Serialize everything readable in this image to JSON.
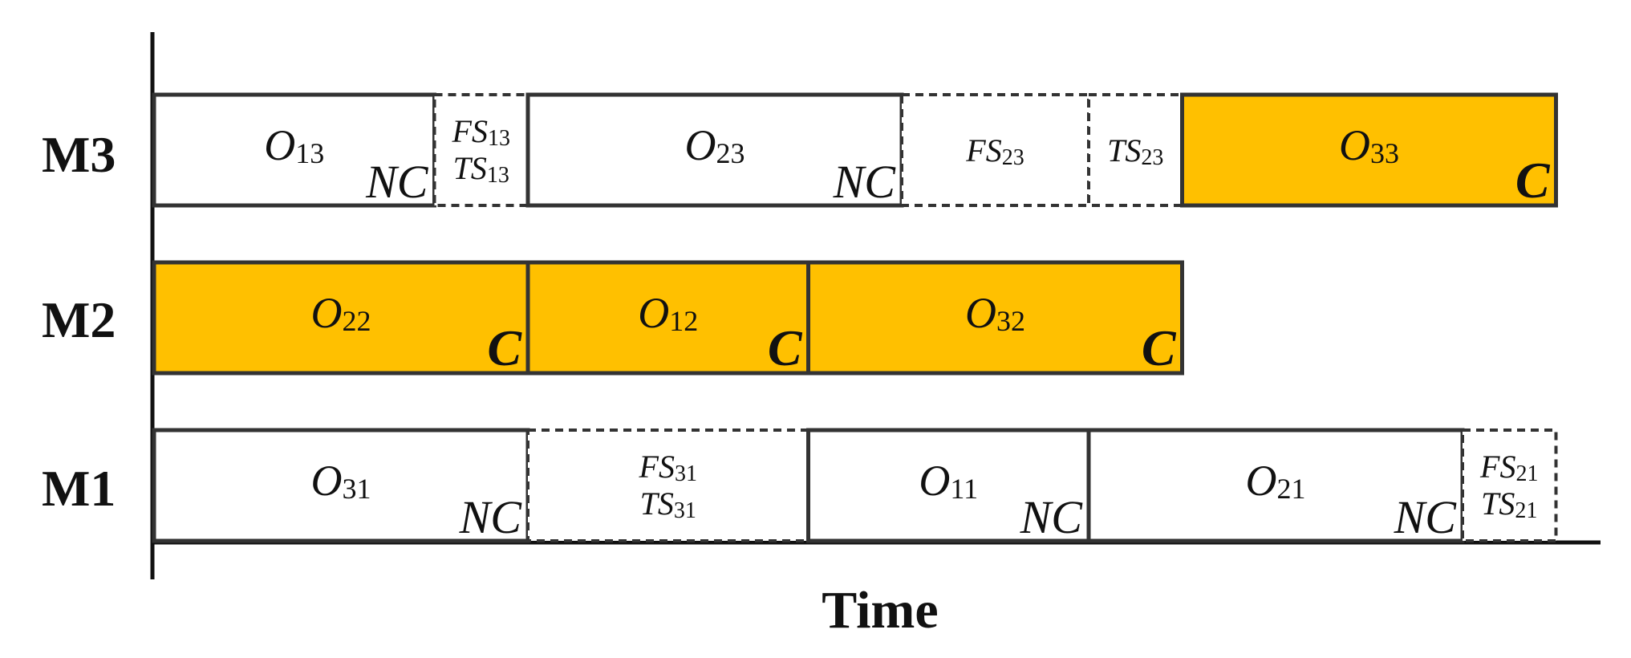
{
  "machines": [
    {
      "id": "M3",
      "label": "M3"
    },
    {
      "id": "M2",
      "label": "M2"
    },
    {
      "id": "M1",
      "label": "M1"
    }
  ],
  "x_axis_label": "Time",
  "colors": {
    "critical_fill": "#FFC000",
    "normal_fill": "#FFFFFF",
    "stroke": "#333333"
  },
  "blocks": [
    {
      "machine": "M3",
      "kind": "operation",
      "name": "O",
      "sub": "13",
      "flag": "NC",
      "start": 0,
      "end": 3
    },
    {
      "machine": "M3",
      "kind": "setup",
      "lines": [
        {
          "name": "FS",
          "sub": "13"
        },
        {
          "name": "TS",
          "sub": "13"
        }
      ],
      "start": 3,
      "end": 4
    },
    {
      "machine": "M3",
      "kind": "operation",
      "name": "O",
      "sub": "23",
      "flag": "NC",
      "start": 4,
      "end": 8
    },
    {
      "machine": "M3",
      "kind": "setup",
      "lines": [
        {
          "name": "FS",
          "sub": "23"
        }
      ],
      "start": 8,
      "end": 10
    },
    {
      "machine": "M3",
      "kind": "setup",
      "lines": [
        {
          "name": "TS",
          "sub": "23"
        }
      ],
      "start": 10,
      "end": 11
    },
    {
      "machine": "M3",
      "kind": "operation",
      "name": "O",
      "sub": "33",
      "flag": "C",
      "start": 11,
      "end": 15
    },
    {
      "machine": "M2",
      "kind": "operation",
      "name": "O",
      "sub": "22",
      "flag": "C",
      "start": 0,
      "end": 4
    },
    {
      "machine": "M2",
      "kind": "operation",
      "name": "O",
      "sub": "12",
      "flag": "C",
      "start": 4,
      "end": 7
    },
    {
      "machine": "M2",
      "kind": "operation",
      "name": "O",
      "sub": "32",
      "flag": "C",
      "start": 7,
      "end": 11
    },
    {
      "machine": "M1",
      "kind": "operation",
      "name": "O",
      "sub": "31",
      "flag": "NC",
      "start": 0,
      "end": 4
    },
    {
      "machine": "M1",
      "kind": "setup",
      "lines": [
        {
          "name": "FS",
          "sub": "31"
        },
        {
          "name": "TS",
          "sub": "31"
        }
      ],
      "start": 4,
      "end": 7
    },
    {
      "machine": "M1",
      "kind": "operation",
      "name": "O",
      "sub": "11",
      "flag": "NC",
      "start": 7,
      "end": 10
    },
    {
      "machine": "M1",
      "kind": "operation",
      "name": "O",
      "sub": "21",
      "flag": "NC",
      "start": 10,
      "end": 14
    },
    {
      "machine": "M1",
      "kind": "setup",
      "lines": [
        {
          "name": "FS",
          "sub": "21"
        },
        {
          "name": "TS",
          "sub": "21"
        }
      ],
      "start": 14,
      "end": 15
    }
  ]
}
